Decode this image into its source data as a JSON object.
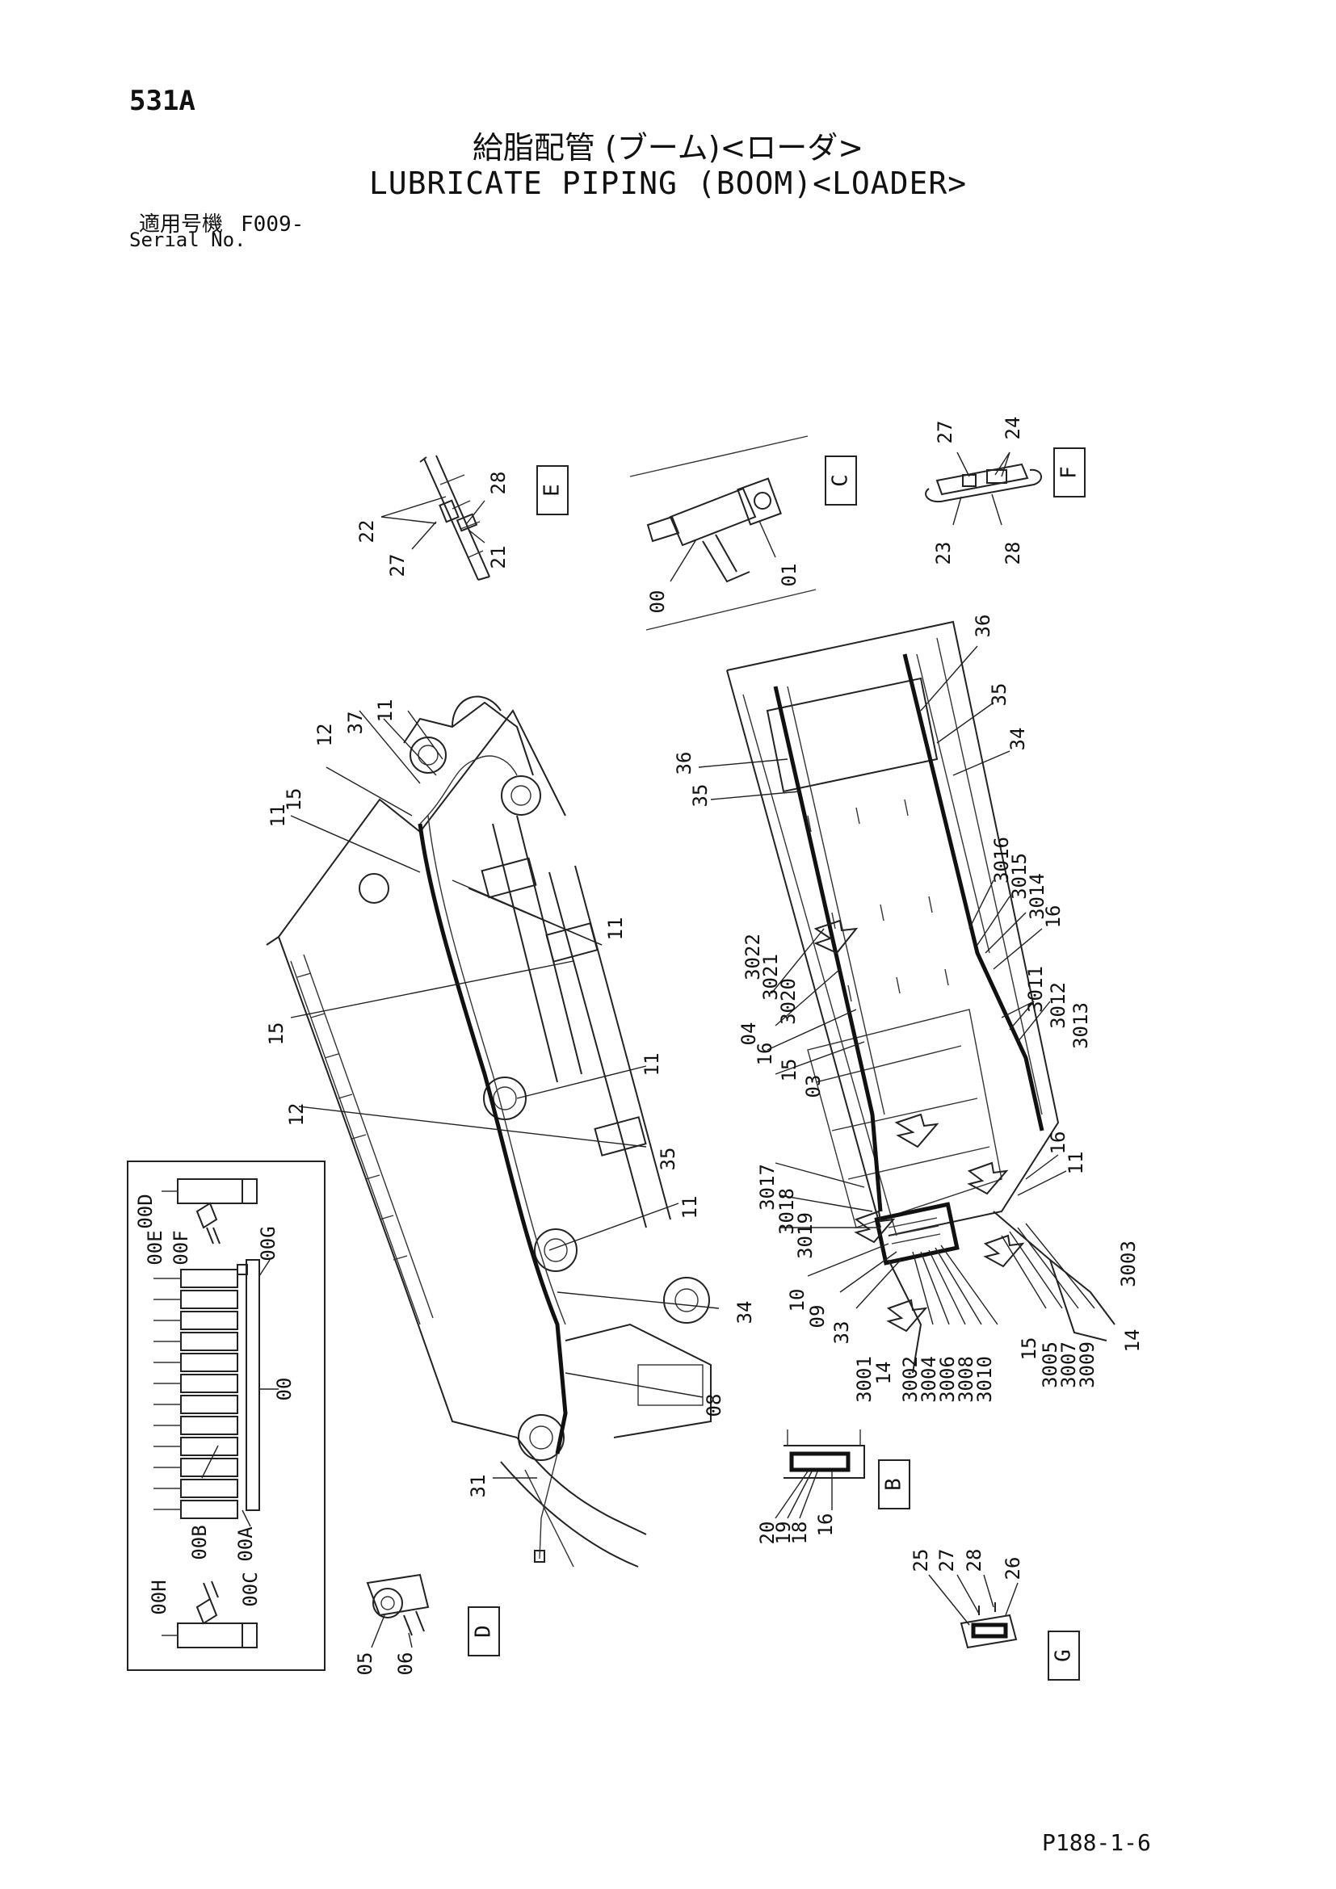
{
  "header": {
    "page_number": "531A",
    "title_jp": "給脂配管 (ブーム)<ローダ>",
    "title_en": "LUBRICATE PIPING (BOOM)<LOADER>",
    "serial_jp": "適用号機",
    "serial_value": "F009-",
    "serial_en": "Serial No."
  },
  "detail_views": [
    "E",
    "C",
    "F",
    "B",
    "D",
    "G"
  ],
  "part_labels": {
    "view_e": [
      "22",
      "27",
      "21",
      "28"
    ],
    "view_c": [
      "00",
      "01"
    ],
    "view_f": [
      "27",
      "24",
      "23",
      "28"
    ],
    "view_b": [
      "20",
      "19",
      "18",
      "16"
    ],
    "view_d": [
      "05",
      "06"
    ],
    "view_g": [
      "25",
      "27",
      "28",
      "26"
    ],
    "manifold": [
      "00D",
      "00E",
      "00F",
      "00G",
      "00",
      "00B",
      "00A",
      "00H",
      "00C"
    ],
    "boom": [
      "11",
      "15",
      "12",
      "37",
      "11",
      "11",
      "15",
      "11",
      "12",
      "35",
      "11",
      "34",
      "08",
      "31"
    ],
    "loader": [
      "36",
      "35",
      "34",
      "36",
      "35",
      "3016",
      "3015",
      "3014",
      "16",
      "3022",
      "3021",
      "3020",
      "04",
      "16",
      "15",
      "03",
      "3011",
      "3012",
      "3013",
      "16",
      "11",
      "3017",
      "3018",
      "3019",
      "10",
      "09",
      "33",
      "3001",
      "14",
      "3002",
      "3004",
      "3006",
      "3008",
      "3010",
      "15",
      "3005",
      "3007",
      "3009",
      "14",
      "3003"
    ]
  },
  "footer": {
    "ref_code": "P188-1-6"
  }
}
